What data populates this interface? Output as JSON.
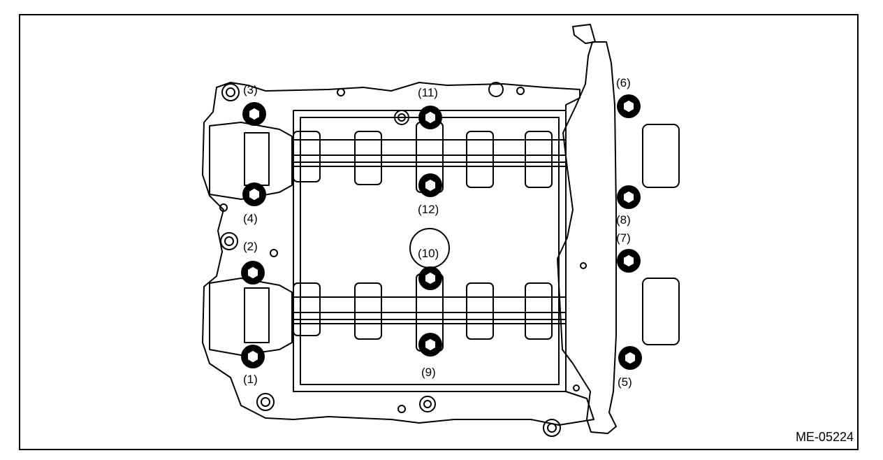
{
  "figure": {
    "code": "ME-05224"
  },
  "bolts": [
    {
      "label": "(1)",
      "icon": "bolt-icon"
    },
    {
      "label": "(2)",
      "icon": "bolt-icon"
    },
    {
      "label": "(3)",
      "icon": "bolt-icon"
    },
    {
      "label": "(4)",
      "icon": "bolt-icon"
    },
    {
      "label": "(5)",
      "icon": "bolt-icon"
    },
    {
      "label": "(6)",
      "icon": "bolt-icon"
    },
    {
      "label": "(7)",
      "icon": "bolt-icon"
    },
    {
      "label": "(8)",
      "icon": "bolt-icon"
    },
    {
      "label": "(9)",
      "icon": "bolt-icon"
    },
    {
      "label": "(10)",
      "icon": "bolt-icon"
    },
    {
      "label": "(11)",
      "icon": "bolt-icon"
    },
    {
      "label": "(12)",
      "icon": "bolt-icon"
    }
  ],
  "colors": {
    "line": "#000000",
    "background": "#ffffff"
  }
}
